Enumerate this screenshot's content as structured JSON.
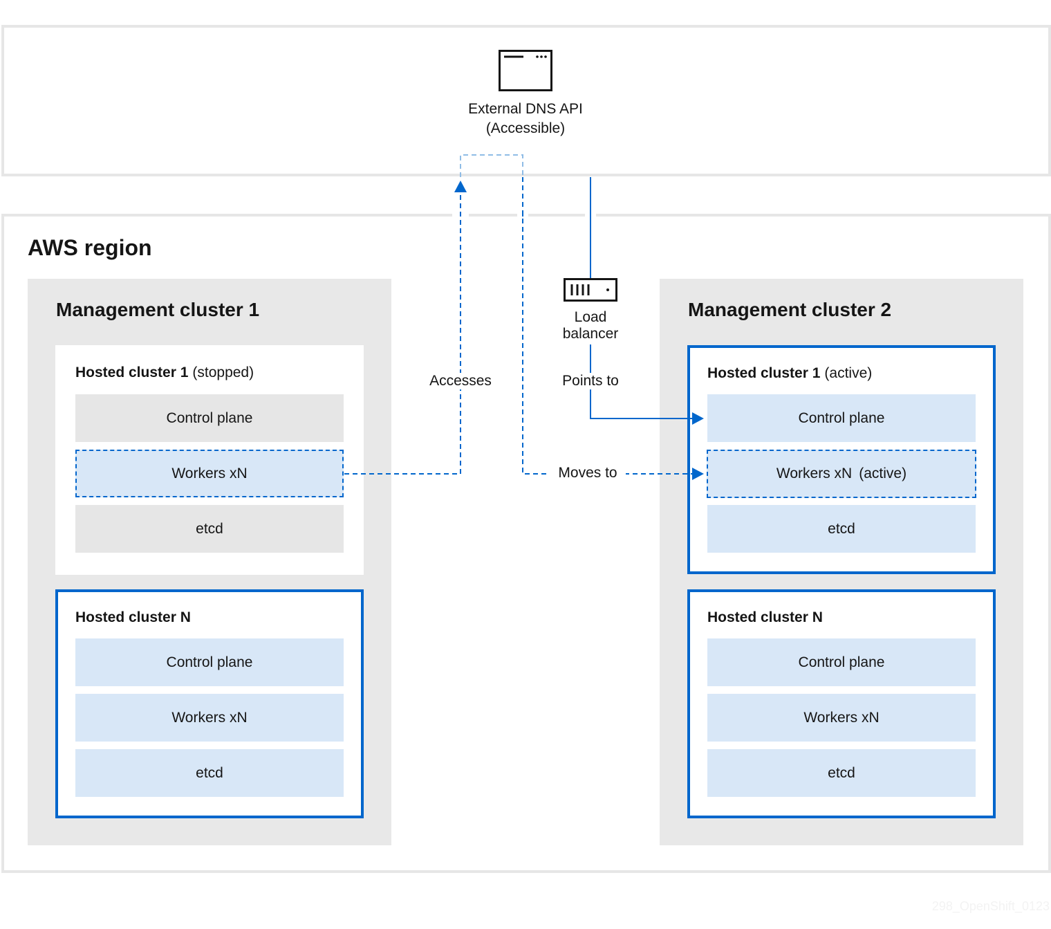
{
  "external_dns": {
    "name": "External DNS API",
    "status": "(Accessible)"
  },
  "aws_region": {
    "title": "AWS region"
  },
  "management_cluster_1": {
    "title": "Management cluster 1",
    "hosted_cluster_1": {
      "name": "Hosted cluster 1",
      "state": "(stopped)",
      "control_plane": "Control plane",
      "workers": "Workers xN",
      "etcd": "etcd"
    },
    "hosted_cluster_n": {
      "name": "Hosted cluster N",
      "control_plane": "Control plane",
      "workers": "Workers xN",
      "etcd": "etcd"
    }
  },
  "management_cluster_2": {
    "title": "Management cluster 2",
    "hosted_cluster_1": {
      "name": "Hosted cluster 1",
      "state": "(active)",
      "control_plane": "Control plane",
      "workers": "Workers xN",
      "workers_state": "(active)",
      "etcd": "etcd"
    },
    "hosted_cluster_n": {
      "name": "Hosted cluster N",
      "control_plane": "Control plane",
      "workers": "Workers xN",
      "etcd": "etcd"
    }
  },
  "load_balancer": {
    "line1": "Load",
    "line2": "balancer"
  },
  "edges": {
    "accesses": "Accesses",
    "points_to": "Points to",
    "moves_to": "Moves to"
  },
  "watermark": "298_OpenShift_0123",
  "colors": {
    "accent": "#0066cc",
    "light_blue": "#d8e7f7",
    "gray": "#e6e6e6",
    "dashed_light": "#8fbce6"
  },
  "icons": {
    "external_dns": "browser-window-icon",
    "load_balancer": "load-balancer-icon"
  }
}
